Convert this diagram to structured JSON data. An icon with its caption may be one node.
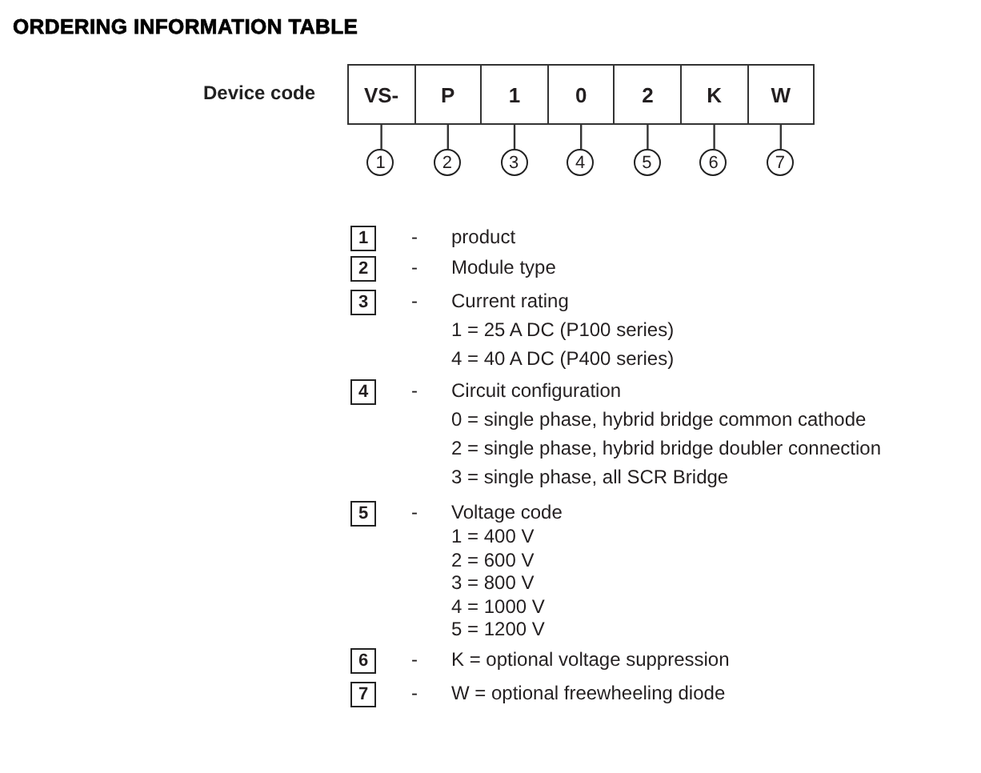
{
  "diagram": {
    "title": "ORDERING INFORMATION TABLE",
    "nodes": [
      {
        "text": [
          "VS-"
        ]
      },
      {
        "text": [
          "P"
        ]
      },
      {
        "text": [
          "1"
        ]
      },
      {
        "text": [
          "0"
        ]
      },
      {
        "text": [
          "2"
        ]
      },
      {
        "text": [
          "K"
        ]
      },
      {
        "text": [
          "W"
        ]
      },
      {
        "text": [
          "1"
        ]
      },
      {
        "text": [
          "2"
        ]
      },
      {
        "text": [
          "3"
        ]
      },
      {
        "text": [
          "4"
        ]
      },
      {
        "text": [
          "5"
        ]
      },
      {
        "text": [
          "6"
        ]
      },
      {
        "text": [
          "7"
        ]
      },
      {
        "text": [
          "1"
        ],
        "beside": [
          "-",
          "product"
        ]
      },
      {
        "text": [
          "2"
        ],
        "beside": [
          "-",
          "Module type"
        ]
      },
      {
        "text": [
          "3"
        ],
        "beside": [
          "-",
          "Current rating",
          "1 = 25 A DC (P100 series)",
          "4 = 40 A DC (P400 series)"
        ]
      },
      {
        "text": [
          "4"
        ],
        "beside": [
          "-",
          "Circuit configuration",
          "0 = single phase, hybrid bridge common cathode",
          "2 = single phase, hybrid bridge doubler connection",
          "3 = single phase, all SCR Bridge"
        ]
      },
      {
        "text": [
          "5"
        ],
        "beside": [
          "-",
          "Voltage code",
          "1 = 400 V",
          "2 = 600 V",
          "3 = 800 V",
          "4 = 1000 V",
          "5 = 1200 V"
        ]
      },
      {
        "text": [
          "6"
        ],
        "beside": [
          "-",
          "K = optional voltage suppression"
        ]
      },
      {
        "text": [
          "7"
        ],
        "beside": [
          "-",
          "W = optional freewheeling diode"
        ]
      }
    ],
    "edges": [
      {
        "from": 0,
        "to": 7,
        "arrow": "none"
      },
      {
        "from": 1,
        "to": 8,
        "arrow": "none"
      },
      {
        "from": 2,
        "to": 9,
        "arrow": "none"
      },
      {
        "from": 3,
        "to": 10,
        "arrow": "none"
      },
      {
        "from": 4,
        "to": 11,
        "arrow": "none"
      },
      {
        "from": 5,
        "to": 12,
        "arrow": "none"
      },
      {
        "from": 6,
        "to": 13,
        "arrow": "none"
      }
    ],
    "labels": [
      "Device code"
    ]
  }
}
